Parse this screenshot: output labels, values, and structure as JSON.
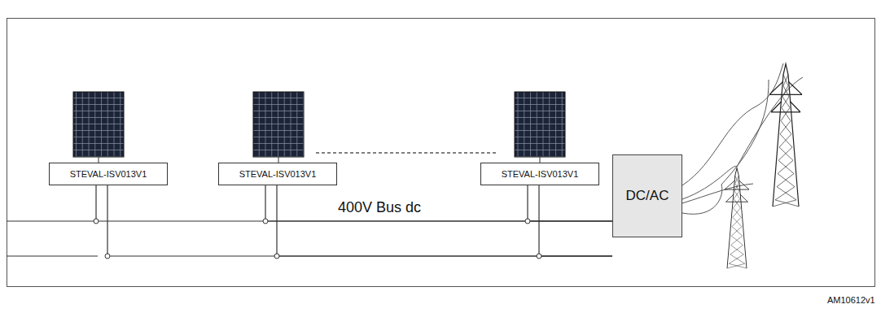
{
  "diagram": {
    "nodes": [
      {
        "text": [
          "STEVAL-ISV013V1"
        ]
      },
      {
        "text": [
          "STEVAL-ISV013V1"
        ]
      },
      {
        "text": [
          "STEVAL-ISV013V1"
        ]
      },
      {
        "text": [
          "DC/AC"
        ]
      }
    ],
    "edges": [
      {
        "from": 0,
        "to": 3,
        "arrow": "none"
      },
      {
        "from": 1,
        "to": 3,
        "arrow": "none"
      },
      {
        "from": 2,
        "to": 3,
        "arrow": "none"
      }
    ],
    "labels": [
      "400V Bus dc",
      "AM10612v1"
    ]
  }
}
